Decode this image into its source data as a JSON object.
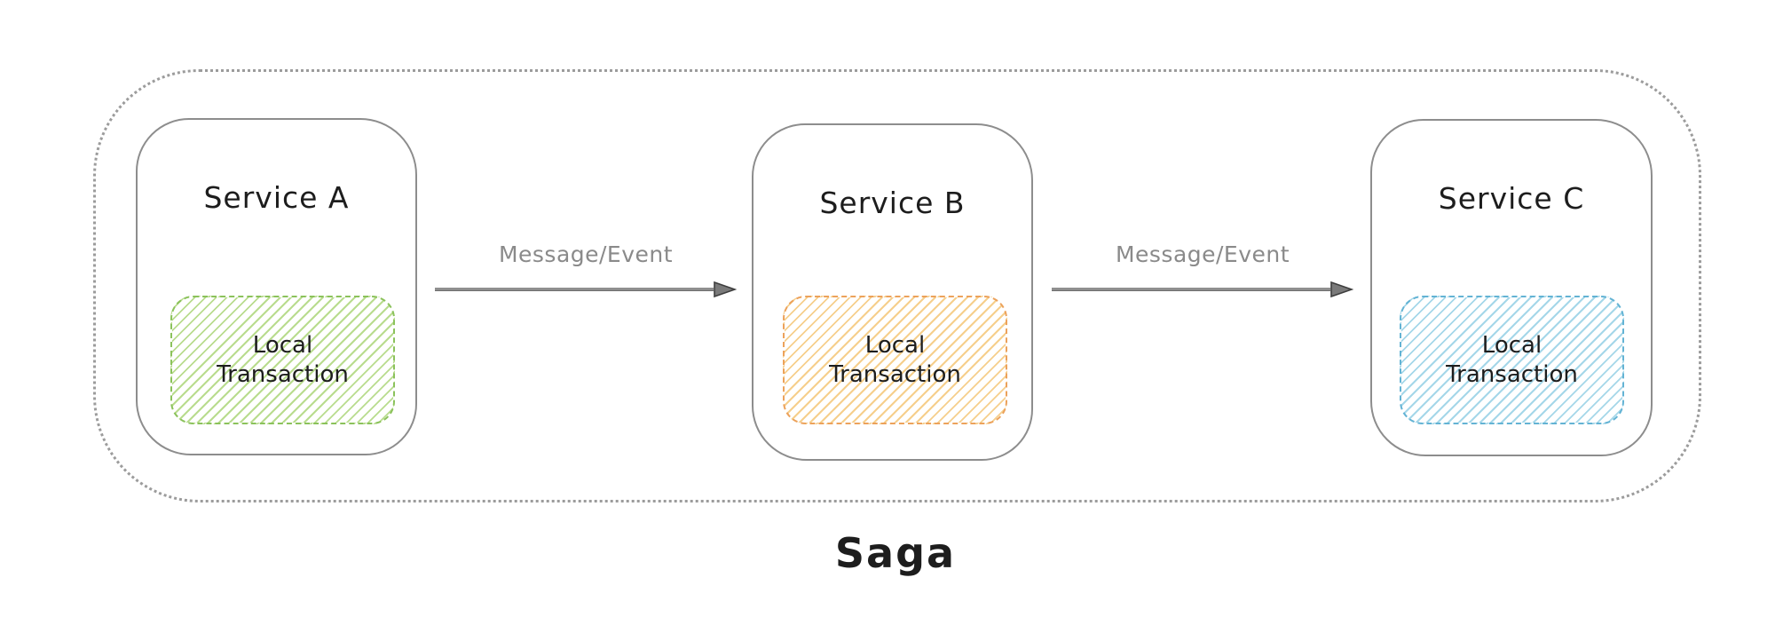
{
  "diagram": {
    "caption": "Saga",
    "services": [
      {
        "name": "Service A",
        "transaction_label": "Local Transaction",
        "hatch_color": "#b9dc8e",
        "border_color": "#8bc25b"
      },
      {
        "name": "Service B",
        "transaction_label": "Local Transaction",
        "hatch_color": "#f6cf8c",
        "border_color": "#eca25b"
      },
      {
        "name": "Service C",
        "transaction_label": "Local Transaction",
        "hatch_color": "#a5d7e9",
        "border_color": "#63b3d4"
      }
    ],
    "arrows": [
      {
        "label": "Message/Event"
      },
      {
        "label": "Message/Event"
      }
    ],
    "colors": {
      "background": "#ffffff",
      "box_border": "#8d8d8d",
      "outer_border": "#9c9c9c",
      "arrow": "#8f8f8f",
      "arrow_head_fill": "#7a7a7a",
      "arrow_head_stroke": "#3e3e3e",
      "label_text": "#8a8a8a",
      "title_text": "#1d1d1d"
    }
  }
}
